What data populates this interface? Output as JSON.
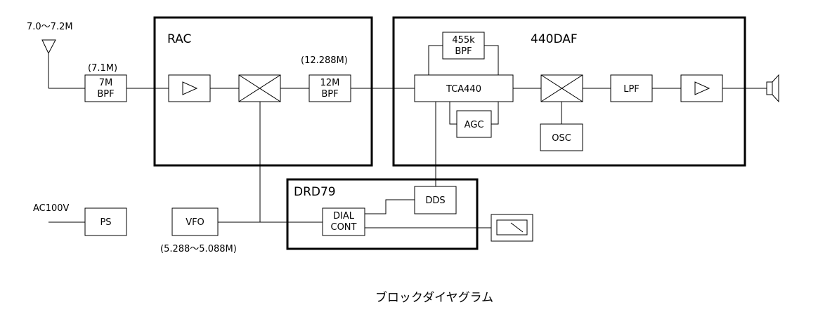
{
  "antenna": {
    "label": "7.0〜7.2M"
  },
  "bpf7m": {
    "caption": "(7.1M)",
    "line1": "7M",
    "line2": "BPF"
  },
  "rac": {
    "title": "RAC"
  },
  "bpf12m": {
    "caption": "(12.288M)",
    "line1": "12M",
    "line2": "BPF"
  },
  "daf": {
    "title": "440DAF",
    "bpf455": {
      "line1": "455k",
      "line2": "BPF"
    },
    "tca": "TCA440",
    "agc": "AGC",
    "osc": "OSC",
    "lpf": "LPF"
  },
  "drd": {
    "title": "DRD79",
    "dds": "DDS",
    "dial1": "DIAL",
    "dial2": "CONT"
  },
  "power": {
    "label": "AC100V",
    "ps": "PS"
  },
  "vfo": {
    "label": "VFO",
    "caption": "(5.288〜5.088M)"
  },
  "caption": "ブロックダイヤグラム"
}
